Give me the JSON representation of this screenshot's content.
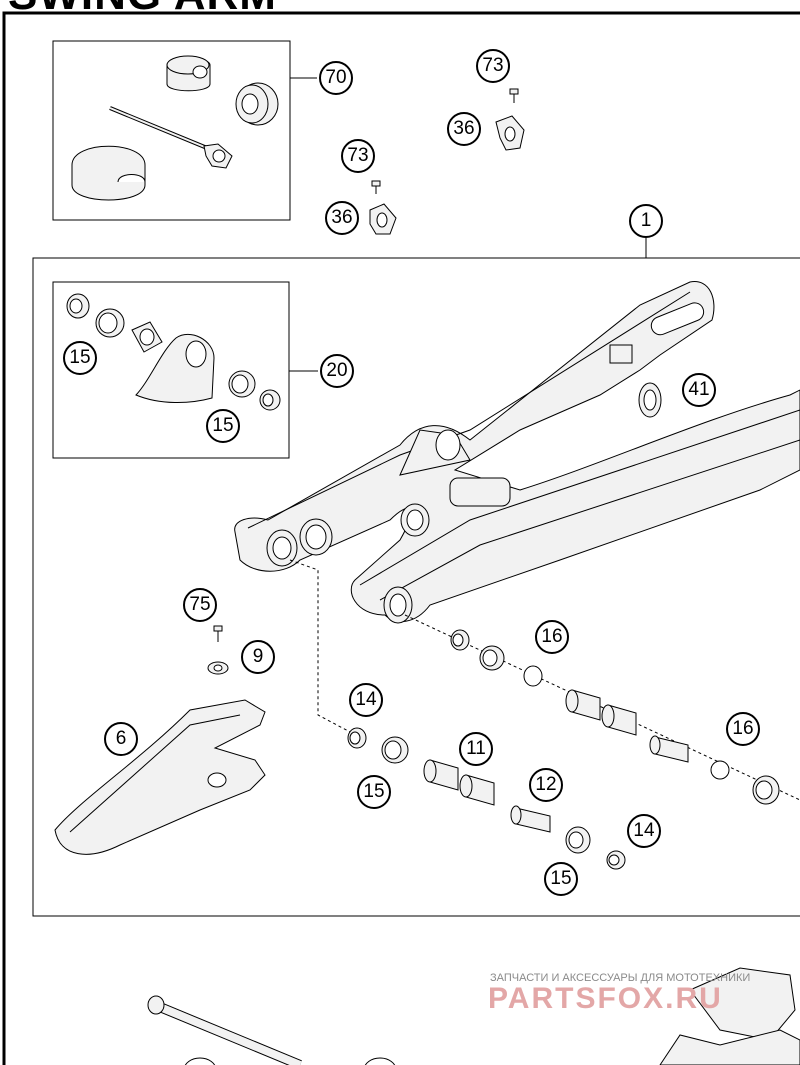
{
  "title": "SWING ARM",
  "callouts": {
    "c70": "70",
    "c73a": "73",
    "c36a": "36",
    "c73b": "73",
    "c36b": "36",
    "c1": "1",
    "c15a": "15",
    "c20": "20",
    "c15b": "15",
    "c41": "41",
    "c75": "75",
    "c9": "9",
    "c6": "6",
    "c14a": "14",
    "c15c": "15",
    "c11": "11",
    "c12": "12",
    "c16a": "16",
    "c16b": "16",
    "c14b": "14",
    "c15d": "15"
  },
  "watermark": {
    "caption": "ЗАПЧАСТИ И АКСЕССУАРЫ ДЛЯ МОТОТЕХНИКИ",
    "brand": "PARTSFOX.RU"
  },
  "colors": {
    "line": "#000000",
    "part_fill": "#f2f2f2",
    "watermark_brand": "#e3a7a7",
    "watermark_caption": "#8a8a8a"
  }
}
